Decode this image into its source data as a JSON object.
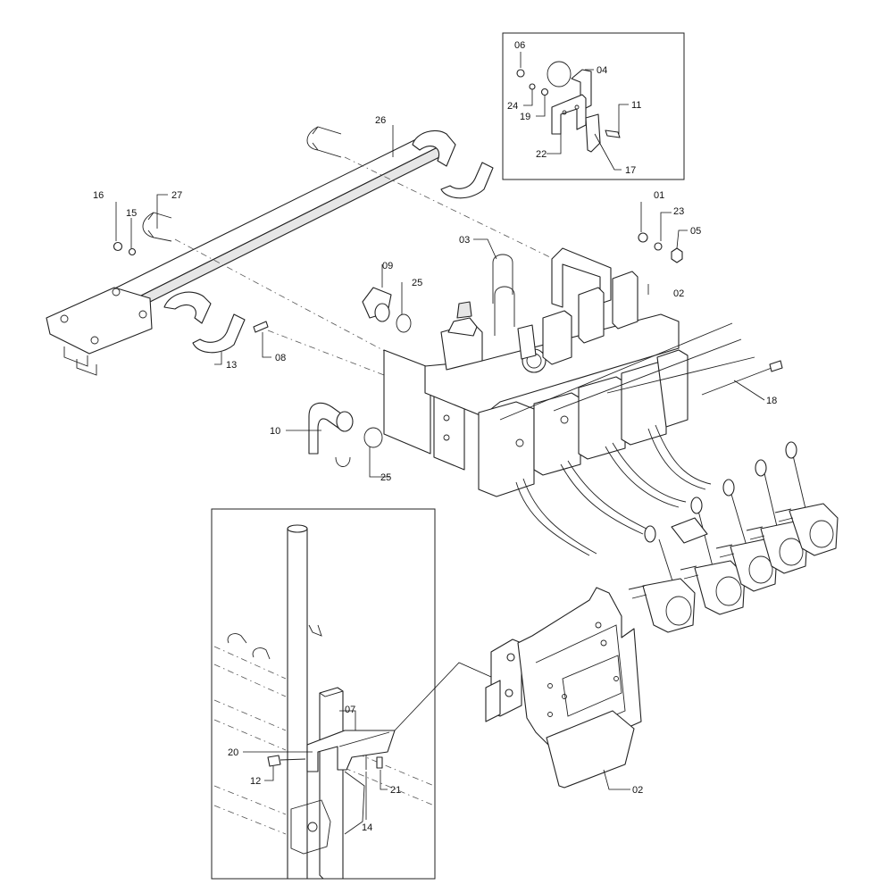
{
  "labels": {
    "l06": "06",
    "l04": "04",
    "l24": "24",
    "l19": "19",
    "l11": "11",
    "l22": "22",
    "l17": "17",
    "l26": "26",
    "l16": "16",
    "l15": "15",
    "l27": "27",
    "l01": "01",
    "l23": "23",
    "l05": "05",
    "l03": "03",
    "l09": "09",
    "l25a": "25",
    "l02a": "02",
    "l13": "13",
    "l08": "08",
    "l18": "18",
    "l10": "10",
    "l25b": "25",
    "l07": "07",
    "l20": "20",
    "l12": "12",
    "l14": "14",
    "l21": "21",
    "l02b": "02"
  }
}
